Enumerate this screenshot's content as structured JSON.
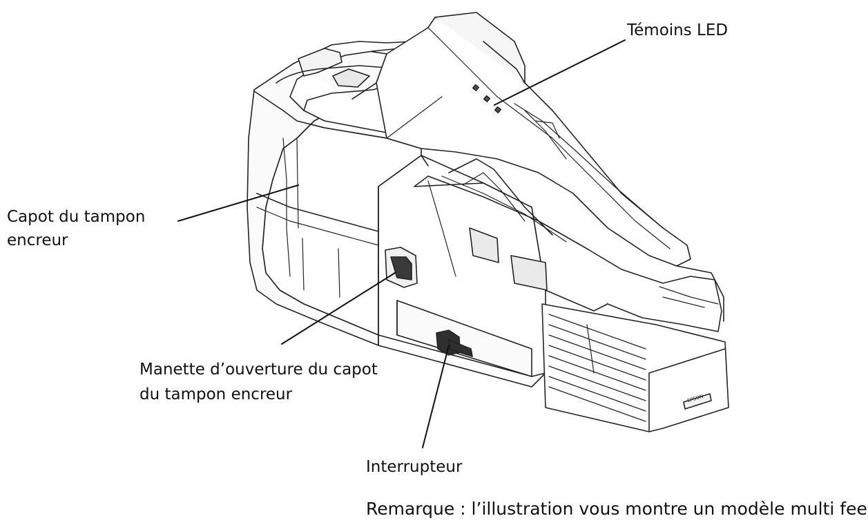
{
  "labels": {
    "led": "Témoins LED",
    "cover_line1": "Capot du tampon",
    "cover_line2": "encreur",
    "lever_line1": "Manette d’ouverture du capot",
    "lever_line2": "du tampon encreur",
    "switch": "Interrupteur",
    "note": "Remarque : l’illustration vous montre un modèle multi feed."
  },
  "device": {
    "brand_mark": "EPSON"
  }
}
